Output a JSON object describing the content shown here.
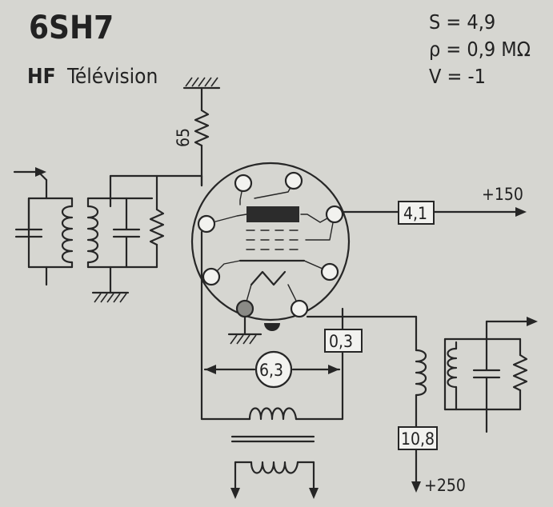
{
  "title": "6SH7",
  "subtitle_bold": "HF",
  "subtitle_text": "Télévision",
  "params": {
    "s": "S = 4,9",
    "rho": "ρ = 0,9 MΩ",
    "v": "V = -1"
  },
  "resistor_label": "65",
  "screen_current": "4,1",
  "screen_voltage": "+150",
  "plate_current": "10,8",
  "plate_voltage": "+250",
  "heater_current": "0,3",
  "heater_voltage": "6,3"
}
